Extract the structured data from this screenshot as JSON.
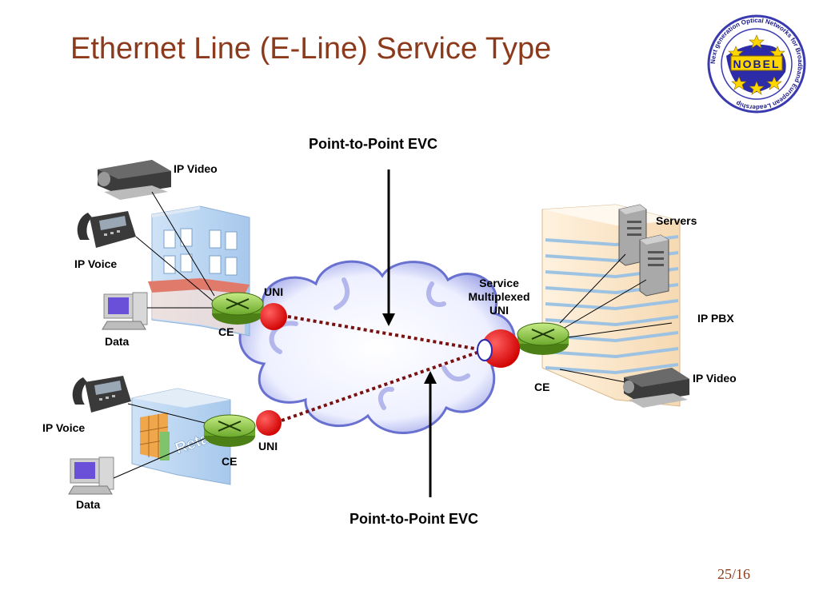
{
  "slide": {
    "title": "Ethernet Line (E-Line) Service Type",
    "page_number": "25/16"
  },
  "logo": {
    "center_text": "NOBEL",
    "ring_text": "Next generation Optical Networks for Broadband European Leadership"
  },
  "labels": {
    "evc_top": "Point-to-Point EVC",
    "evc_bottom": "Point-to-Point EVC",
    "site1_ip_video": "IP Video",
    "site1_ip_voice": "IP Voice",
    "site1_data": "Data",
    "site1_uni": "UNI",
    "site1_ce": "CE",
    "site2_ip_voice": "IP Voice",
    "site2_data": "Data",
    "site2_uni": "UNI",
    "site2_ce": "CE",
    "site2_store_sign": "Retail",
    "hq_service_line1": "Service",
    "hq_service_line2": "Multiplexed",
    "hq_service_line3": "UNI",
    "hq_servers": "Servers",
    "hq_ip_pbx": "IP PBX",
    "hq_ip_video": "IP Video",
    "hq_ce": "CE"
  },
  "colors": {
    "title": "#8b3a1c",
    "evc_line": "#7a1010",
    "uni": "#e00000",
    "router": "#8ec63f"
  }
}
